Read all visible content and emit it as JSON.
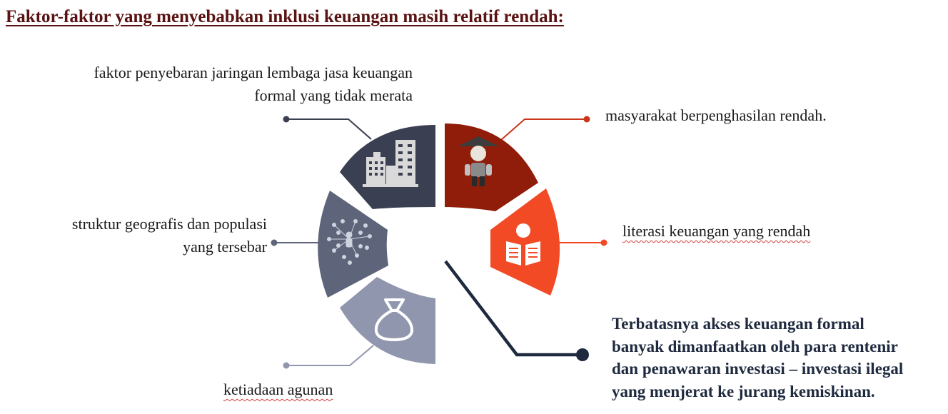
{
  "title": "Faktor-faktor yang menyebabkan inklusi keuangan masih relatif rendah:",
  "factors": {
    "branch_network": {
      "line1": "faktor penyebaran jaringan lembaga jasa keuangan",
      "line2": "formal yang tidak merata",
      "icon": "buildings-icon",
      "color": "#3a3f51"
    },
    "low_income": {
      "text": "masyarakat berpenghasilan rendah.",
      "icon": "farmer-icon",
      "color": "#8f1d0a"
    },
    "geography": {
      "line1": "struktur geografis dan populasi",
      "line2": "yang tersebar",
      "icon": "people-network-icon",
      "color": "#5e6479"
    },
    "literacy": {
      "text": "literasi keuangan yang rendah",
      "icon": "reader-icon",
      "color": "#f24a25"
    },
    "collateral": {
      "text": "ketiadaan agunan",
      "icon": "money-bag-icon",
      "color": "#9096ad"
    }
  },
  "note": {
    "line1": "Terbatasnya akses keuangan formal",
    "line2": "banyak dimanfaatkan oleh para rentenir",
    "line3": "dan penawaran investasi – investasi ilegal",
    "line4": "yang menjerat ke jurang kemiskinan.",
    "color": "#1f2a3f"
  }
}
